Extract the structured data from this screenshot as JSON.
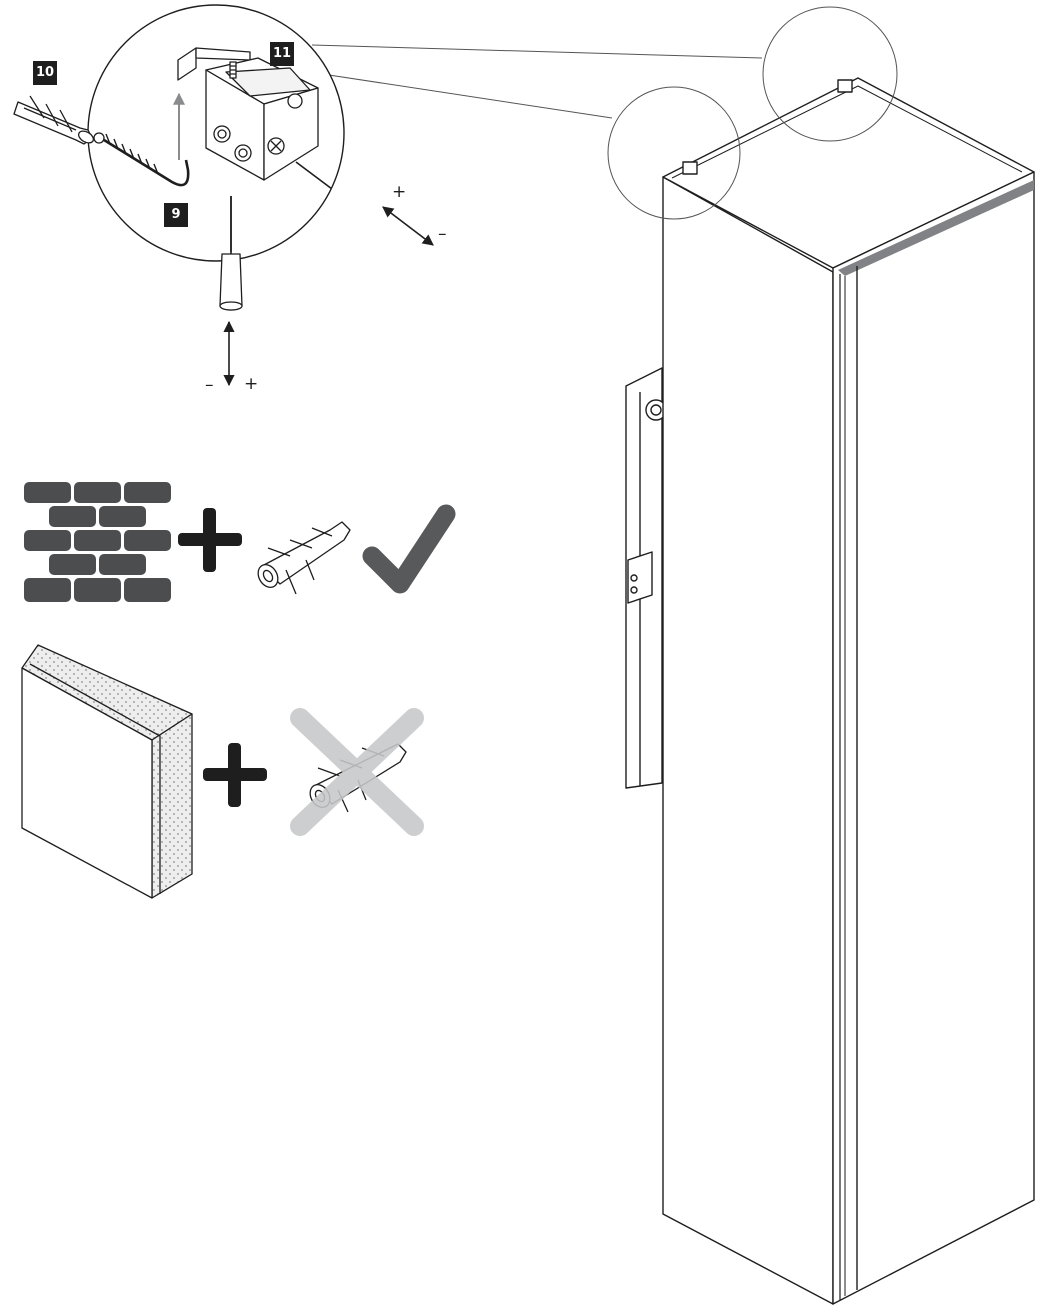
{
  "step_labels": {
    "step9": "9",
    "step10": "10",
    "step11": "11"
  },
  "adjust_signs": {
    "screwdriver_right_plus": "+",
    "screwdriver_right_minus": "–",
    "screwdriver_bottom_minus": "–",
    "screwdriver_bottom_plus": "+"
  },
  "colors": {
    "line": "#1e1e1e",
    "brick": "#4b4d4f",
    "check": "#58595b",
    "cross": "#c7c8c9",
    "arrow_up": "#8a8b8c",
    "door_edge": "#808285",
    "insulation": "#e8e8e8"
  },
  "icons": {
    "suitable_wall": "brick-wall-icon",
    "unsuitable_wall": "insulated-panel-icon",
    "anchor": "wall-plug-icon",
    "approved": "checkmark-icon",
    "not_approved": "cross-icon"
  }
}
